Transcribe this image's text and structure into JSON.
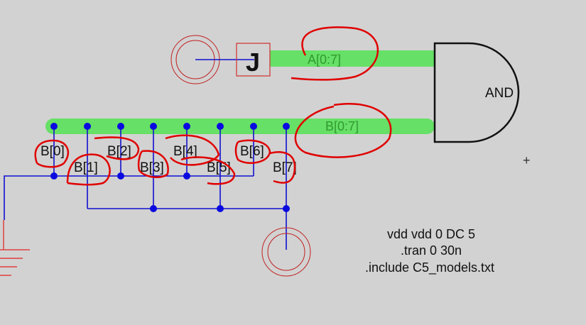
{
  "schematic": {
    "a_bus_label": "A[0:7]",
    "b_bus_label": "B[0:7]",
    "junction_label": "J",
    "gate_label": "AND",
    "plus_marker": "+",
    "bit_labels": [
      "B[0]",
      "B[1]",
      "B[2]",
      "B[3]",
      "B[4]",
      "B[5]",
      "B[6]",
      "B[7]"
    ],
    "directives": [
      "vdd vdd 0 DC 5",
      ".tran 0 30n",
      ".include C5_models.txt"
    ],
    "colors": {
      "bus": "#66e066",
      "wire": "#1010d0",
      "annotation": "#e00000",
      "background": "#d2d2d2"
    }
  }
}
